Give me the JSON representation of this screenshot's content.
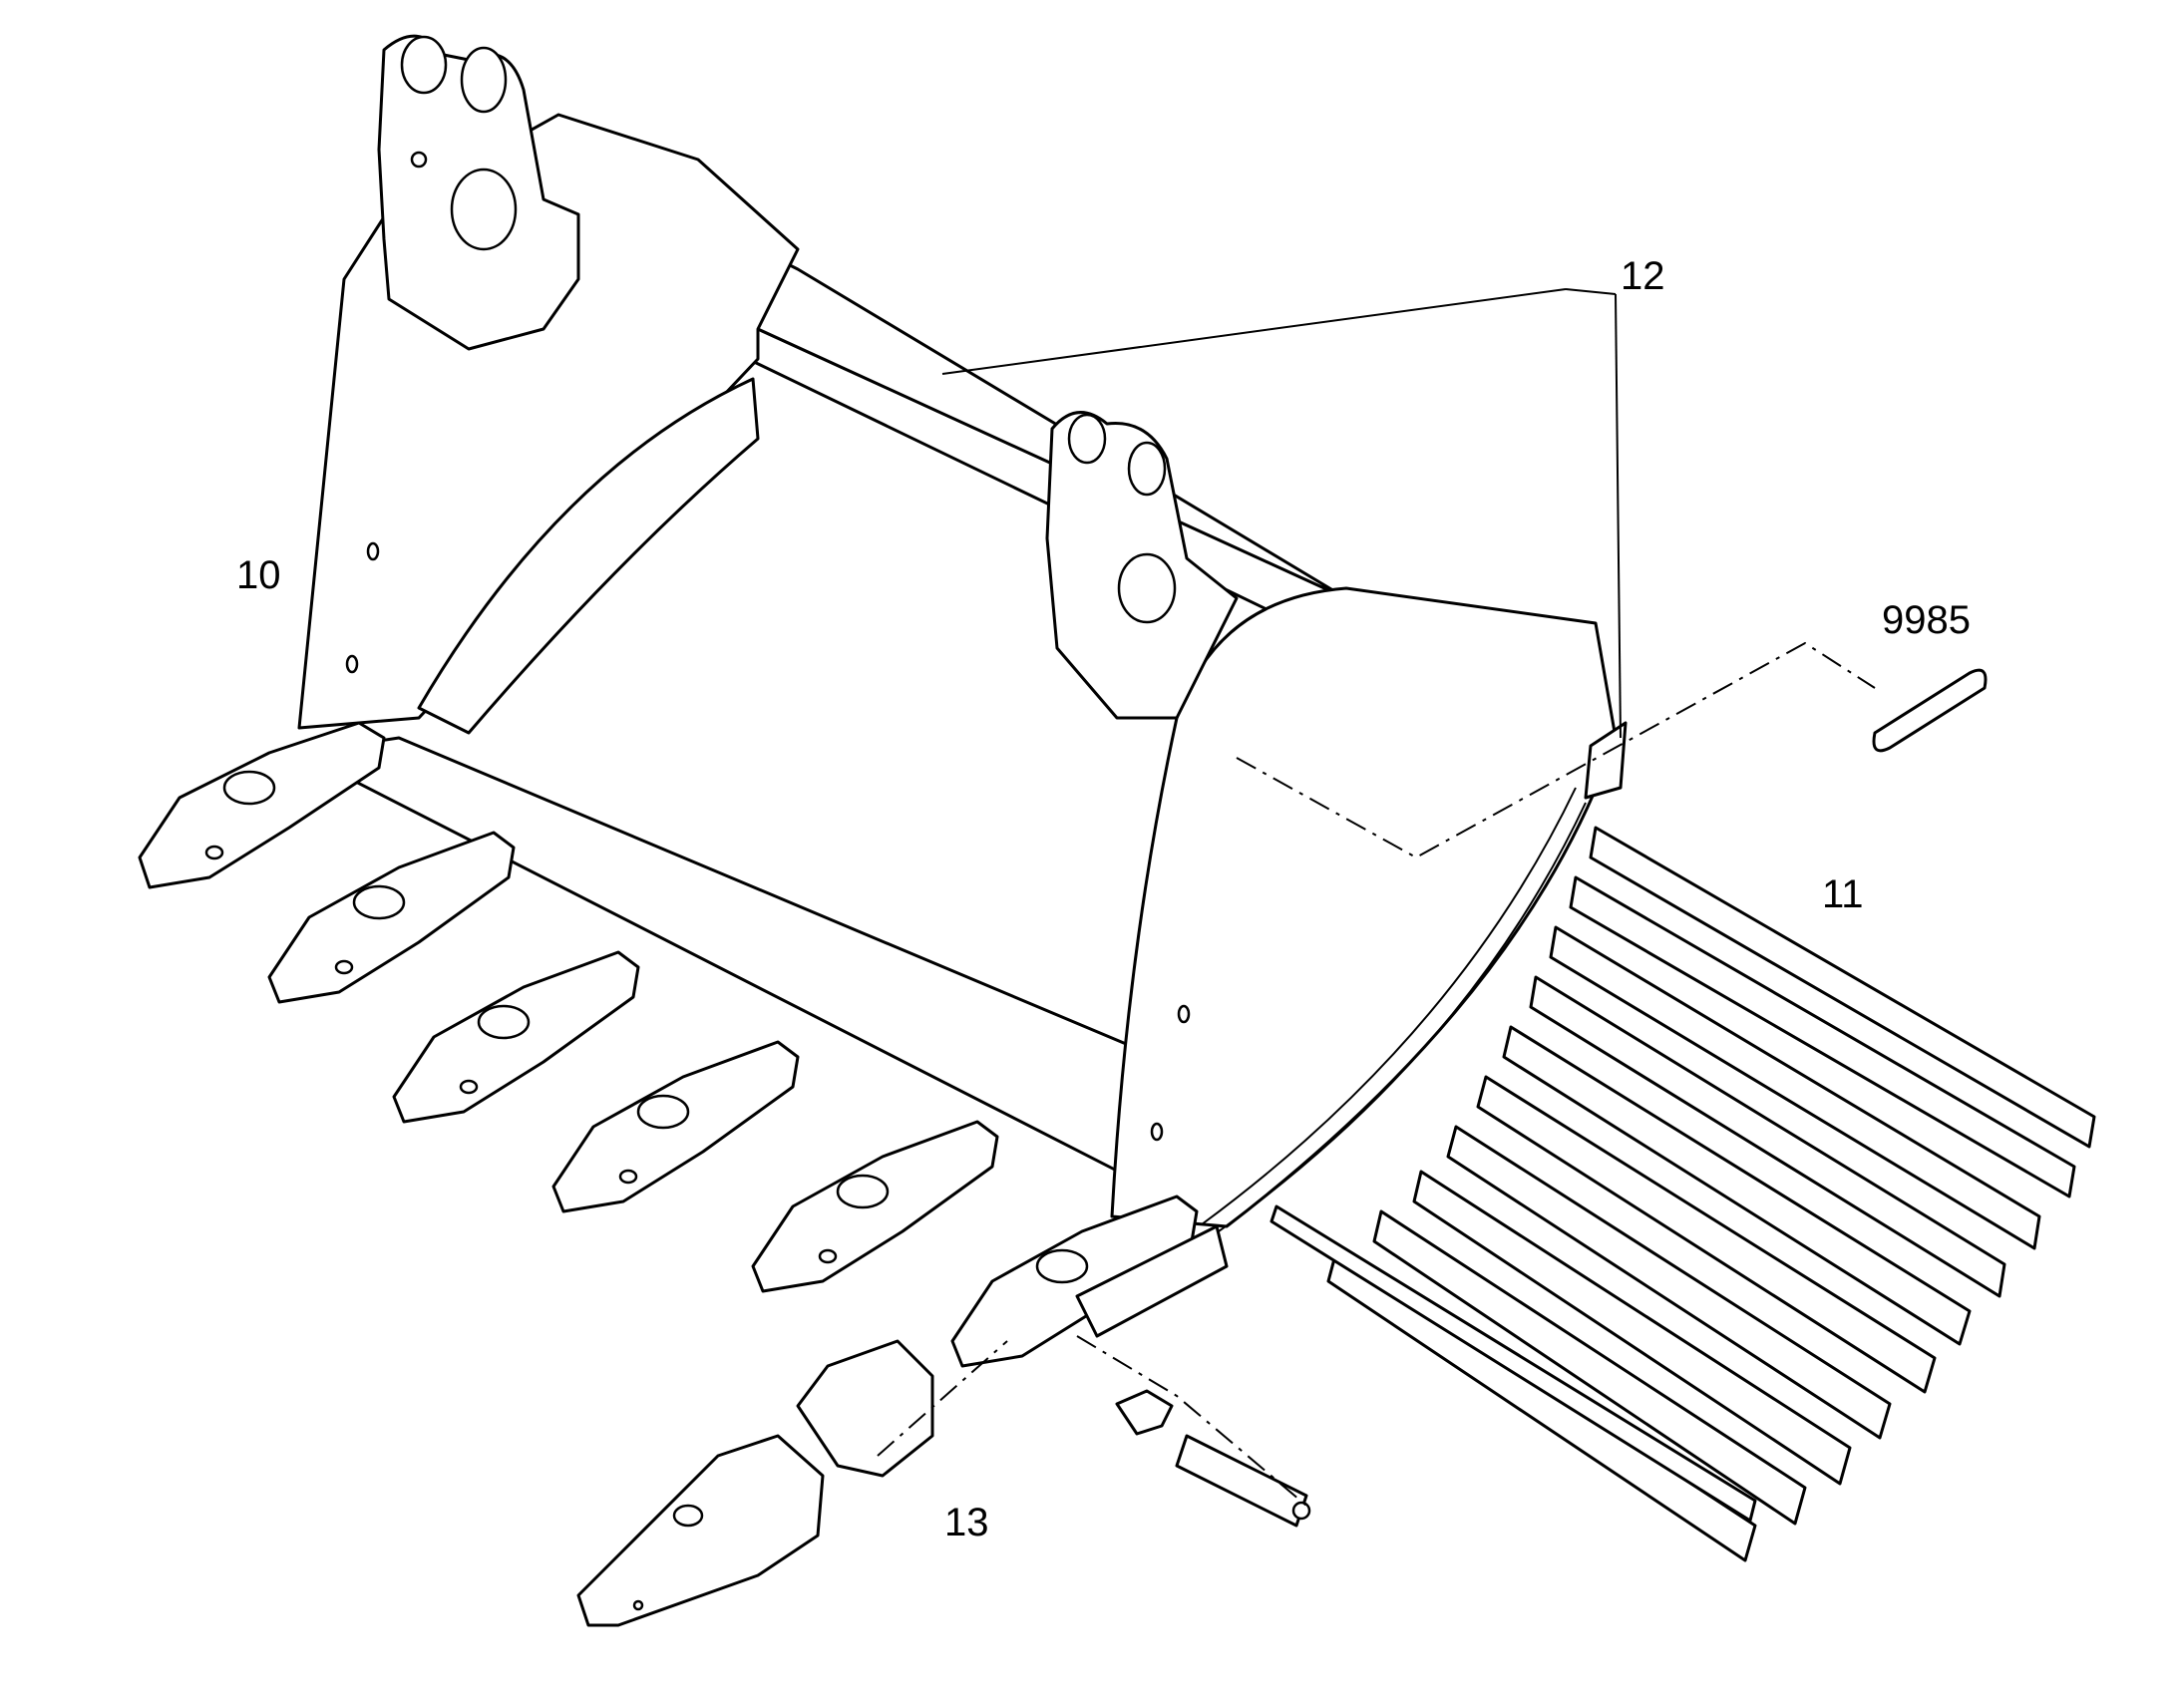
{
  "callouts": {
    "c10": "10",
    "c11": "11",
    "c12": "12",
    "c13": "13",
    "c9985": "9985"
  },
  "colors": {
    "line": "#000000",
    "background": "#ffffff"
  }
}
